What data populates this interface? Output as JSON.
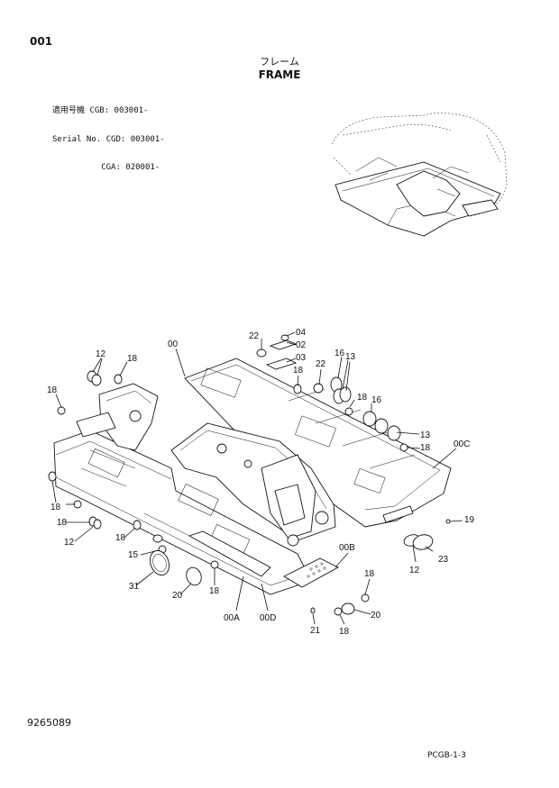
{
  "page_number": "001",
  "title_jp": "フレーム",
  "title_en": "FRAME",
  "serial_info": [
    {
      "label": "適用号機",
      "model": "CGB:",
      "serial": "003001-"
    },
    {
      "label": "Serial No.",
      "model": "CGD:",
      "serial": "003001-"
    },
    {
      "label": "",
      "model": "CGA:",
      "serial": "020001-"
    }
  ],
  "document_number": "9265089",
  "page_code": "PCGB-1-3",
  "callouts": [
    "00",
    "00A",
    "00B",
    "00C",
    "00D",
    "02",
    "03",
    "04",
    "12",
    "13",
    "15",
    "16",
    "18",
    "19",
    "20",
    "21",
    "22",
    "23",
    "31"
  ]
}
